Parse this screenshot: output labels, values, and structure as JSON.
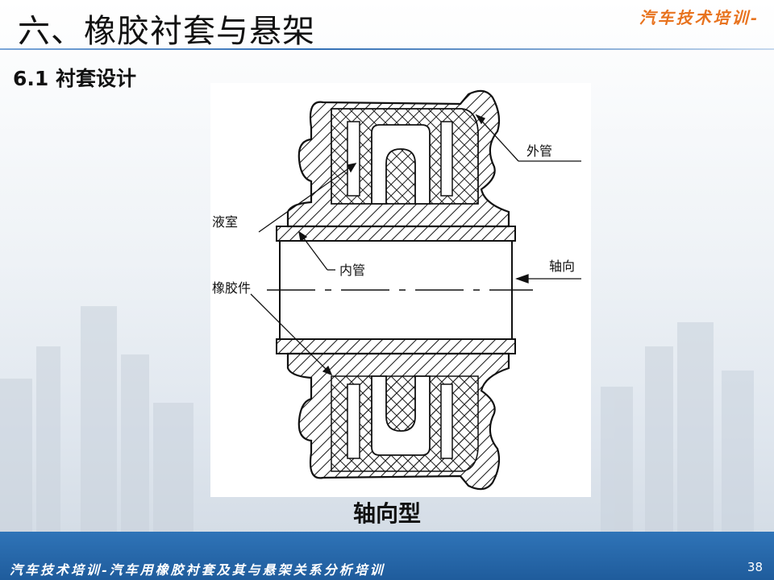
{
  "slide": {
    "title": "六、橡胶衬套与悬架",
    "brand": "汽车技术培训-",
    "subtitle": "6.1 衬套设计",
    "caption": "轴向型"
  },
  "figure": {
    "labels": {
      "outer_tube": "外管",
      "fluid_chamber": "液室",
      "inner_tube": "内管",
      "axial": "轴向",
      "rubber_part": "橡胶件"
    }
  },
  "footer": {
    "text": "汽车技术培训-汽车用橡胶衬套及其与悬架关系分析培训",
    "page_number": "38"
  }
}
